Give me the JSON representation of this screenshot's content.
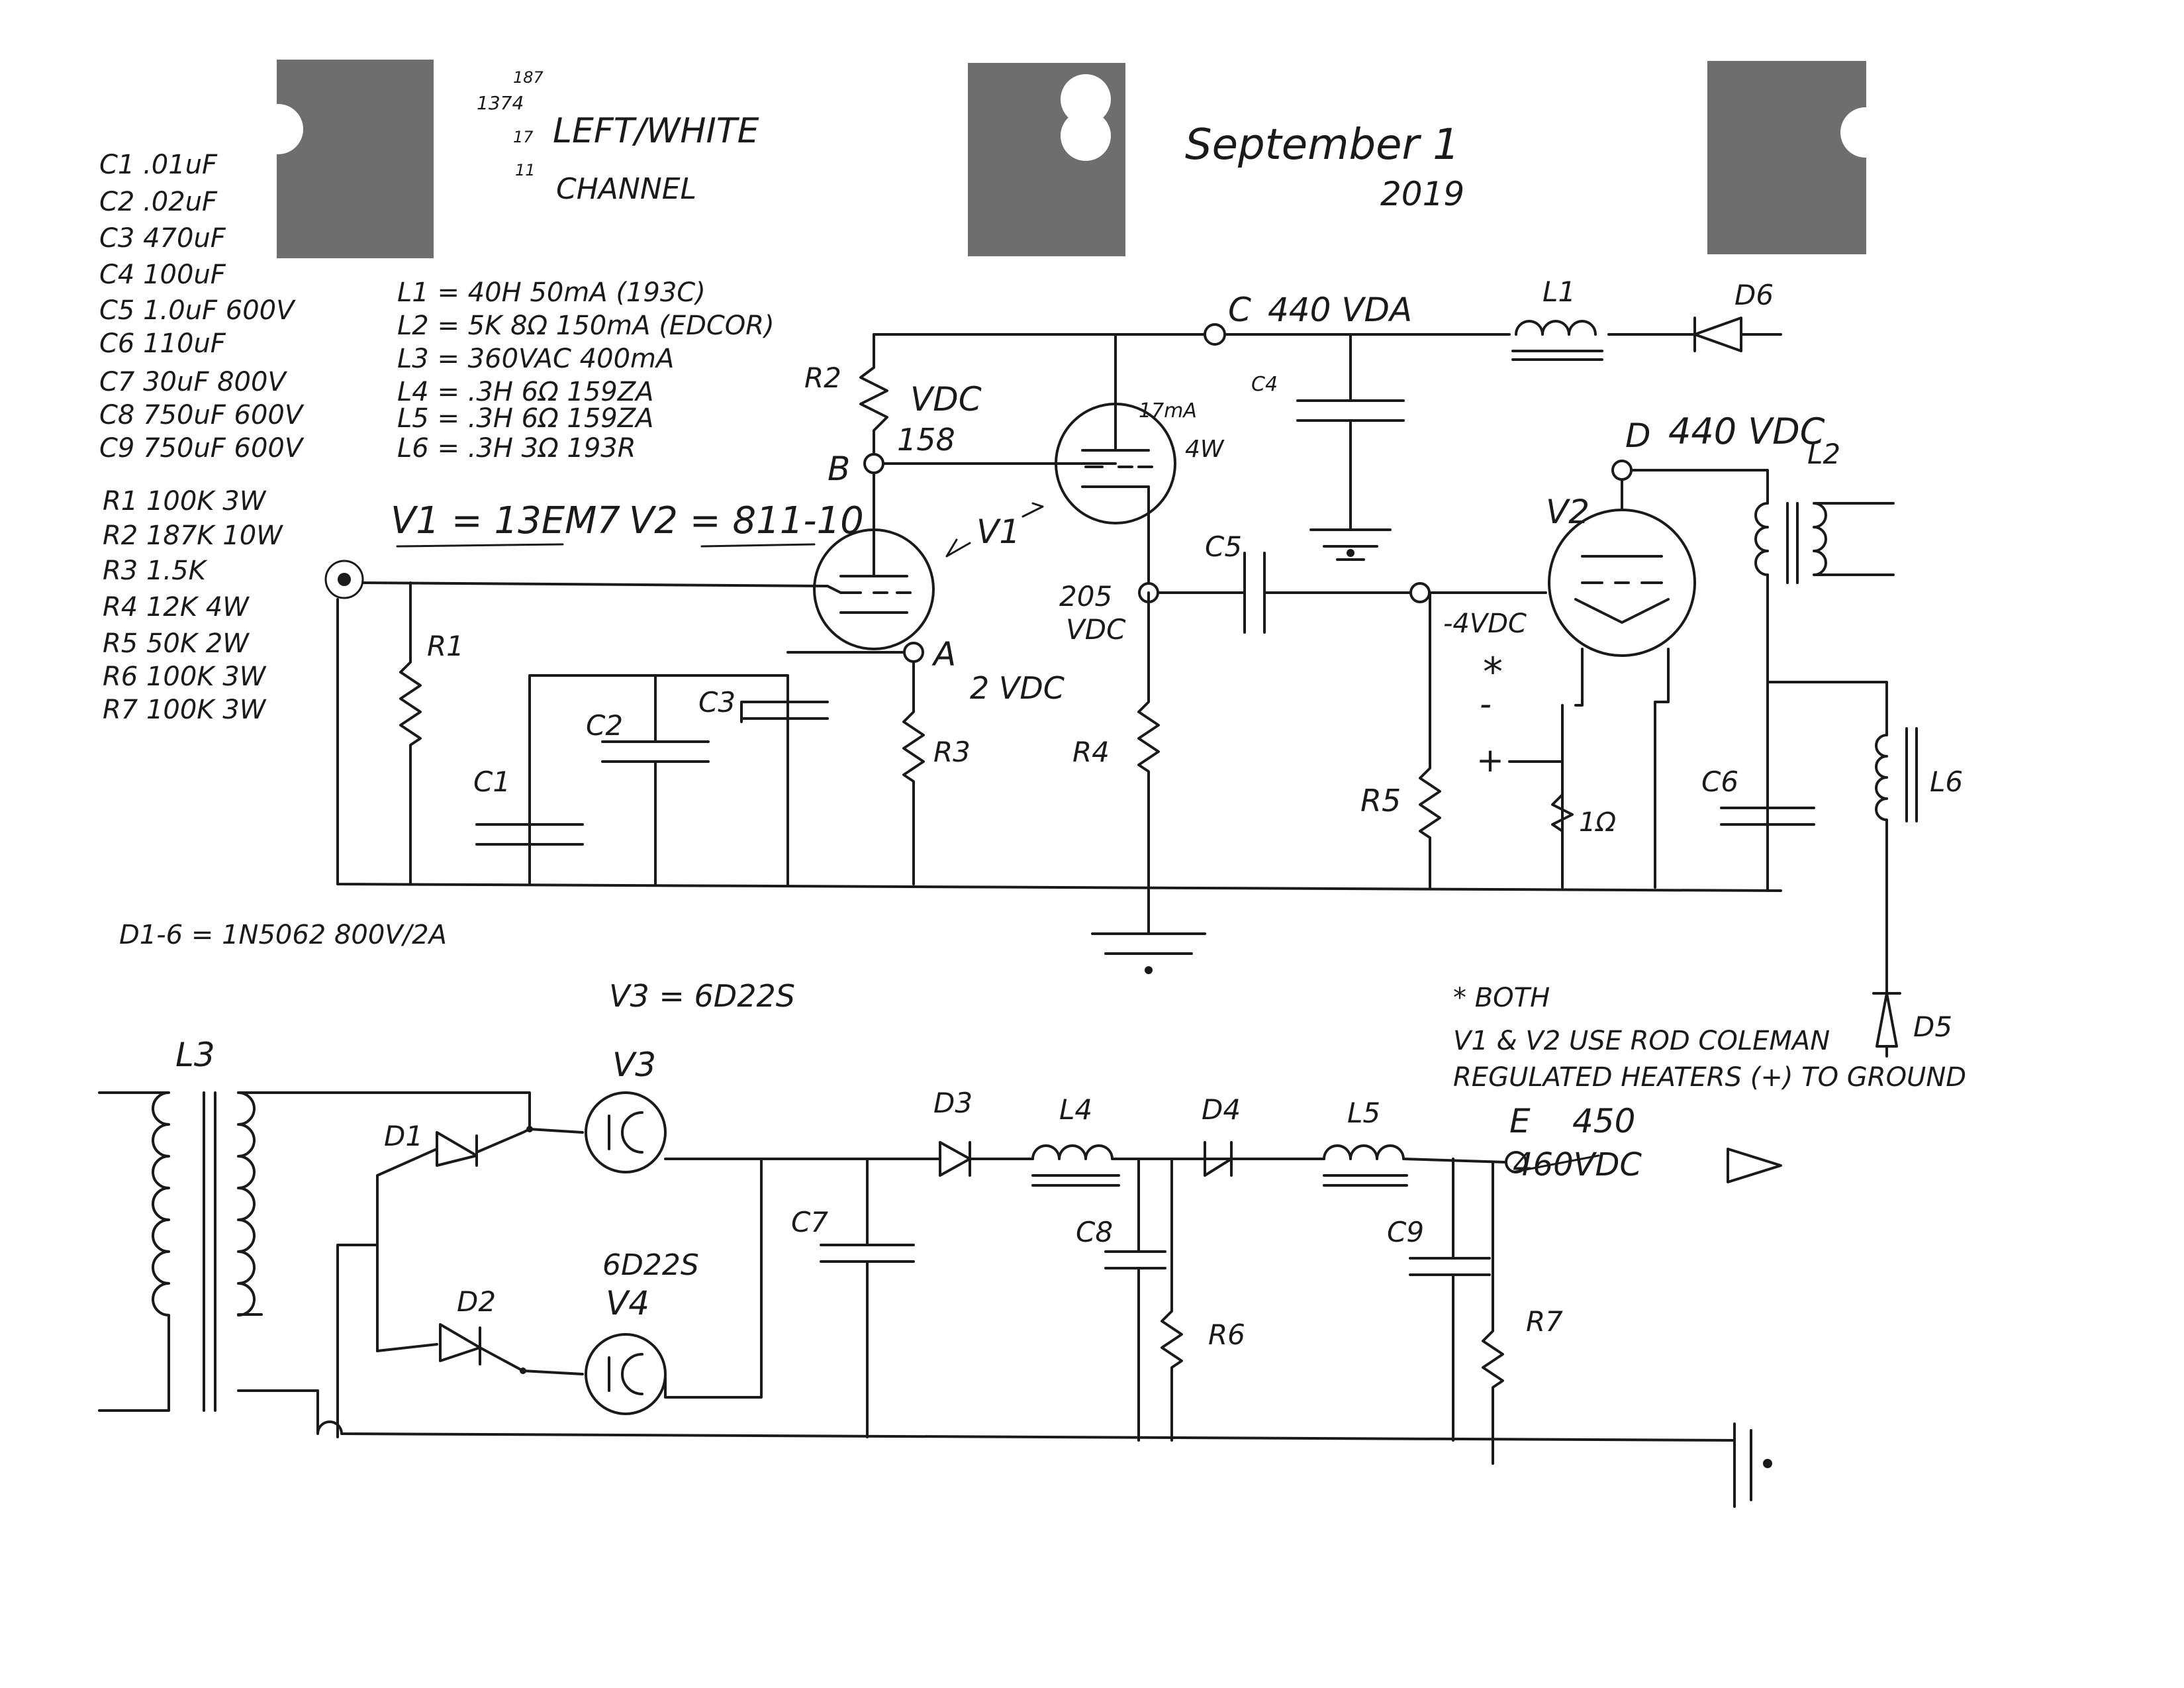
{
  "header": {
    "note_numbers": [
      "187",
      "1374",
      "17",
      "11"
    ],
    "title_line1": "LEFT/WHITE",
    "title_line2": "CHANNEL",
    "date_line1": "September 1",
    "date_line2": "2019"
  },
  "parts_list": {
    "capacitors": [
      "C1 .01uF",
      "C2 .02uF",
      "C3 470uF",
      "C4 100uF",
      "C5 1.0uF 600V",
      "C6 110uF",
      "C7 30uF 800V",
      "C8 750uF 600V",
      "C9 750uF 600V"
    ],
    "inductors": [
      "L1 = 40H 50mA (193C)",
      "L2 = 5K 8Ω 150mA (EDCOR)",
      "L3 = 360VAC 400mA",
      "L4 = .3H 6Ω 159ZA",
      "L5 = .3H 6Ω 159ZA",
      "L6 = .3H 3Ω 193R"
    ],
    "resistors": [
      "R1 100K 3W",
      "R2 187K 10W",
      "R3 1.5K",
      "R4 12K 4W",
      "R5 50K 2W",
      "R6 100K 3W",
      "R7 100K 3W"
    ],
    "diodes": "D1-6 = 1N5062 800V/2A"
  },
  "tubes": {
    "v1": "V1 = 13EM7",
    "v2": "V2 = 811-10",
    "v3_spec": "V3 = 6D22S",
    "v4_spec": "6D22S"
  },
  "labels": {
    "R1": "R1",
    "R2": "R2",
    "R3": "R3",
    "R4": "R4",
    "R5": "R5",
    "R6": "R6",
    "R7": "R7",
    "C1": "C1",
    "C2": "C2",
    "C3": "C3",
    "C4": "C4",
    "C5": "C5",
    "C6": "C6",
    "C7": "C7",
    "C8": "C8",
    "C9": "C9",
    "L1": "L1",
    "L2": "L2",
    "L3": "L3",
    "L4": "L4",
    "L5": "L5",
    "L6": "L6",
    "D1": "D1",
    "D2": "D2",
    "D3": "D3",
    "D4": "D4",
    "D5": "D5",
    "D6": "D6",
    "V1": "V1",
    "V2": "V2",
    "V3": "V3",
    "V4": "V4",
    "node_A": "A",
    "node_B": "B",
    "node_C": "C",
    "node_D": "D",
    "node_E": "E",
    "vdc_label": "VDC",
    "vdc_158": "158",
    "v_440_vda": "440 VDA",
    "v_440_vdc": "440 VDC",
    "v_205": "205",
    "v_205_unit": "VDC",
    "v_2vdc": "2 VDC",
    "v_neg4": "-4VDC",
    "tube_current_1": "17mA",
    "tube_current_2": "4W",
    "asterisk": "*",
    "minus": "-",
    "plus": "+",
    "one_ohm": "1Ω",
    "v_450": "450",
    "v_460_struck": "460VDC"
  },
  "notes": {
    "both_line": "* BOTH",
    "heater_line1": "V1 & V2 USE ROD COLEMAN",
    "heater_line2": "REGULATED HEATERS (+) TO GROUND"
  }
}
